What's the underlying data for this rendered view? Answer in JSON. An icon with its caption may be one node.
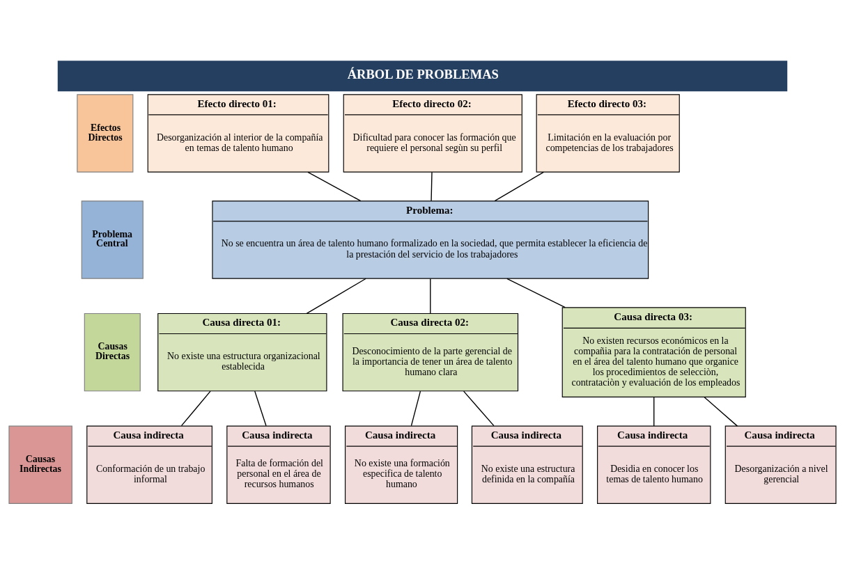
{
  "diagram": {
    "title": "ÁRBOL DE PROBLEMAS",
    "nodes": [
      {
        "text": [
          "Efectos Directos"
        ]
      },
      {
        "text": [
          "Efecto directo 01:",
          "Desorganización al interior de la compañía en temas de talento humano"
        ]
      },
      {
        "text": [
          "Efecto directo 02:",
          "Dificultad para conocer las formación que requiere el personal segùn su perfil"
        ]
      },
      {
        "text": [
          "Efecto directo 03:",
          "Limitación en la evaluación por competencias de los trabajadores"
        ]
      },
      {
        "text": [
          "Problema Central"
        ]
      },
      {
        "text": [
          "Problema:",
          "No se encuentra un área de talento humano formalizado en la sociedad, que permita establecer la eficiencia de la prestación del servicio de los trabajadores"
        ]
      },
      {
        "text": [
          "Causas Directas"
        ]
      },
      {
        "text": [
          "Causa directa 01:",
          "No existe una estructura organizacional establecida"
        ]
      },
      {
        "text": [
          "Causa directa 02:",
          "Desconocimiento de la parte gerencial de la importancia de tener un área de talento humano clara"
        ]
      },
      {
        "text": [
          "Causa directa 03:",
          "No existen recursos económicos en la compañia para la contratación de personal en el área del talento humano que organice los procedimientos de selecciòn, contrataciòn y evaluación de los empleados"
        ]
      },
      {
        "text": [
          "Causas Indirectas"
        ]
      },
      {
        "text": [
          "Causa indirecta",
          "Conformación de un trabajo informal"
        ]
      },
      {
        "text": [
          "Causa indirecta",
          "Falta de formación del personal en el área de recursos humanos"
        ]
      },
      {
        "text": [
          "Causa indirecta",
          "No existe una formación especifica de talento humano"
        ]
      },
      {
        "text": [
          "Causa indirecta",
          "No existe una estructura definida en la compañía"
        ]
      },
      {
        "text": [
          "Causa indirecta",
          "Desidia en conocer los temas de talento humano"
        ]
      },
      {
        "text": [
          "Causa indirecta",
          "Desorganización a nivel gerencial"
        ]
      }
    ],
    "edges": [
      {
        "from": 1,
        "to": 5,
        "arrow": "none"
      },
      {
        "from": 2,
        "to": 5,
        "arrow": "none"
      },
      {
        "from": 3,
        "to": 5,
        "arrow": "none"
      },
      {
        "from": 5,
        "to": 7,
        "arrow": "none"
      },
      {
        "from": 5,
        "to": 8,
        "arrow": "none"
      },
      {
        "from": 5,
        "to": 9,
        "arrow": "none"
      },
      {
        "from": 7,
        "to": 11,
        "arrow": "none"
      },
      {
        "from": 7,
        "to": 12,
        "arrow": "none"
      },
      {
        "from": 8,
        "to": 13,
        "arrow": "none"
      },
      {
        "from": 8,
        "to": 14,
        "arrow": "none"
      },
      {
        "from": 9,
        "to": 15,
        "arrow": "none"
      },
      {
        "from": 9,
        "to": 16,
        "arrow": "none"
      }
    ]
  }
}
